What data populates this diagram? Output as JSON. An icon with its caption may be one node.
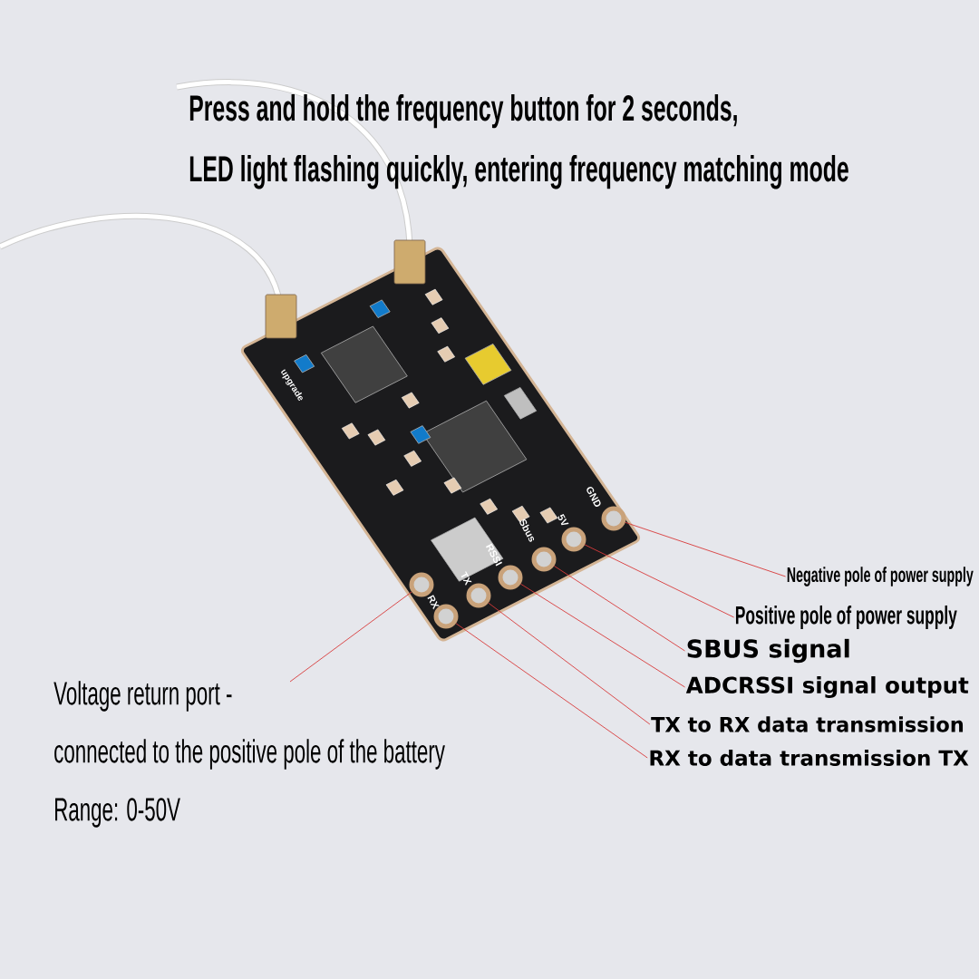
{
  "diagram": {
    "nodes": [
      {
        "text": [],
        "shape": "circle"
      },
      {
        "text": [],
        "shape": "circle"
      },
      {
        "text": [],
        "shape": "circle"
      },
      {
        "text": [],
        "shape": "circle"
      },
      {
        "text": [],
        "shape": "circle"
      },
      {
        "text": [],
        "shape": "circle"
      },
      {
        "text": [],
        "shape": "circle"
      },
      {
        "text": [
          "Negative pole of power supply"
        ]
      },
      {
        "text": [
          "Positive pole of power supply"
        ]
      },
      {
        "text": [
          "SBUS signal"
        ]
      },
      {
        "text": [
          "ADCRSSI signal output"
        ]
      },
      {
        "text": [
          "TX to RX data transmission"
        ]
      },
      {
        "text": [
          "RX to data transmission TX"
        ]
      },
      {
        "text": [
          "Voltage return port -",
          "connected to the positive pole of the battery",
          "Range: 0-50V"
        ]
      }
    ],
    "edges": [
      {
        "from": 7,
        "to": 0,
        "arrow": "none"
      },
      {
        "from": 8,
        "to": 1,
        "arrow": "none"
      },
      {
        "from": 9,
        "to": 2,
        "arrow": "none"
      },
      {
        "from": 10,
        "to": 3,
        "arrow": "none"
      },
      {
        "from": 11,
        "to": 4,
        "arrow": "none"
      },
      {
        "from": 12,
        "to": 5,
        "arrow": "none"
      },
      {
        "from": 13,
        "to": 6,
        "arrow": "none"
      }
    ],
    "labels": [
      "Press and hold the frequency button for 2 seconds,",
      "LED light flashing quickly, entering frequency matching mode",
      "upgrade",
      "GND",
      "5V",
      "Sbus",
      "RSSI",
      "TX",
      "RX"
    ]
  }
}
